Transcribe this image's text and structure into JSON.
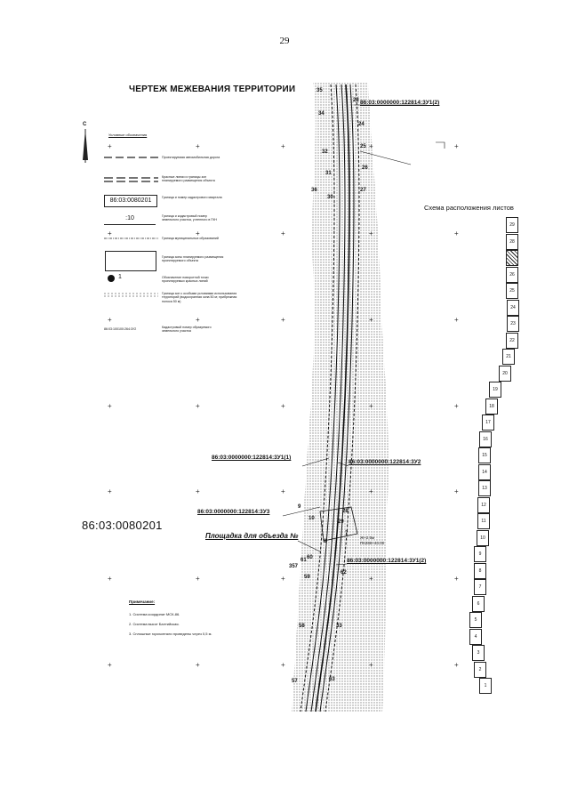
{
  "page_number": "29",
  "title": "ЧЕРТЕЖ МЕЖЕВАНИЯ ТЕРРИТОРИИ",
  "north_arrow": "С",
  "legend": {
    "header": "Условные обозначения",
    "items": [
      "Проектируемая автомобильная дорога",
      "Красные линии и границы зон планируемого размещения объекта",
      "Граница и номер кадастрового квартала",
      "Граница и кадастровый номер земельного участка, учтенного в ГКН",
      "Граница муниципальных образований",
      "Граница зоны планируемого размещения проектируемого объекта",
      "Обозначение поворотной точки проектируемых красных линий",
      "Граница зон с особыми условиями использования территорий (водоохранная зона 50 м; прибрежная полоса 50 м)",
      "Кадастровый номер образуемого земельного участка"
    ],
    "quarter_sample": "86:03:0080201",
    "parcel_sample": ":10",
    "point_sample": "1",
    "cadastral_sample_small": "86:03:100100:264:3У2"
  },
  "quarter_number": "86:03:0080201",
  "parcel_labels": [
    "86:03:0000000:122814:3У1(2)",
    "86:03:0000000:122814:3У1(1)",
    "86:03:0000000:122814:3У2",
    "86:03:0000000:122814:3У3",
    "86:03:0000000:122814:3У1(2)"
  ],
  "platform_label": "Площадка для объезда №",
  "point_labels": [
    "35",
    "23",
    "24",
    "34",
    "25",
    "32",
    "26",
    "31",
    "36",
    "27",
    "30",
    "28",
    "29",
    "10",
    "9",
    "60",
    "61",
    "62",
    "357",
    "59",
    "58",
    "33",
    "57",
    "63",
    "8",
    "7"
  ],
  "annotations": [
    "Ж+2.5м",
    "ПК288+40.00"
  ],
  "notes": {
    "header": "Примечание:",
    "items": [
      "1. Система координат МСК-86.",
      "2. Система высот Балтийская.",
      "3. Сплошные горизонтали проведены через 0,5 м."
    ]
  },
  "sheet_scheme": {
    "title": "Схема расположения листов",
    "sheets": [
      "1",
      "2",
      "3",
      "4",
      "5",
      "6",
      "7",
      "8",
      "9",
      "10",
      "11",
      "12",
      "13",
      "14",
      "15",
      "16",
      "17",
      "18",
      "19",
      "20",
      "21",
      "22",
      "23",
      "24",
      "25",
      "26",
      "27",
      "28",
      "29"
    ],
    "current_sheet": "27"
  }
}
